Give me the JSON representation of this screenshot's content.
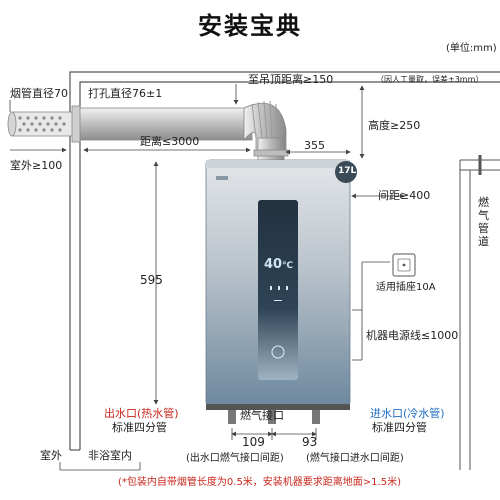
{
  "title": "安装宝典",
  "unit": "(单位:mm)",
  "tolerance_note": "（因人工量取，误差±3mm）",
  "labels": {
    "flue_diameter": "烟管直径70",
    "drill_hole": "打孔直径76±1",
    "to_ceiling": "至吊顶距离≥150",
    "distance": "距离≤3000",
    "height": "高度≥250",
    "outdoor_dist": "室外≥100",
    "width_355": "355",
    "capacity_badge": "17L",
    "spacing": "间距≥400",
    "gas_pipe": "燃气管道",
    "height_595": "595",
    "socket": "适用插座10A",
    "power_cord": "机器电源线≤1000",
    "hot_outlet": "出水口(热水管)",
    "hot_std": "标准四分管",
    "gas_inlet": "燃气接口",
    "cold_inlet": "进水口(冷水管)",
    "cold_std": "标准四分管",
    "dim_109": "109",
    "dim_93": "93",
    "dim_109_note": "(出水口燃气接口间距)",
    "dim_93_note": "(燃气接口进水口间距)",
    "outdoor": "室外",
    "non_bathroom": "非浴室内",
    "bottom_note": "(*包装内自带烟管长度为0.5米，安装机器要求距离地面>1.5米)"
  },
  "display": {
    "temperature": "40",
    "unit_symbol": "℃"
  },
  "colors": {
    "red_text": "#c8281e",
    "blue_text": "#1f6fc4",
    "heater_top": "#d9dde1",
    "heater_bottom": "#6f8aa3",
    "panel": "#1d2d3c",
    "pipe": "#c9c9c9"
  }
}
